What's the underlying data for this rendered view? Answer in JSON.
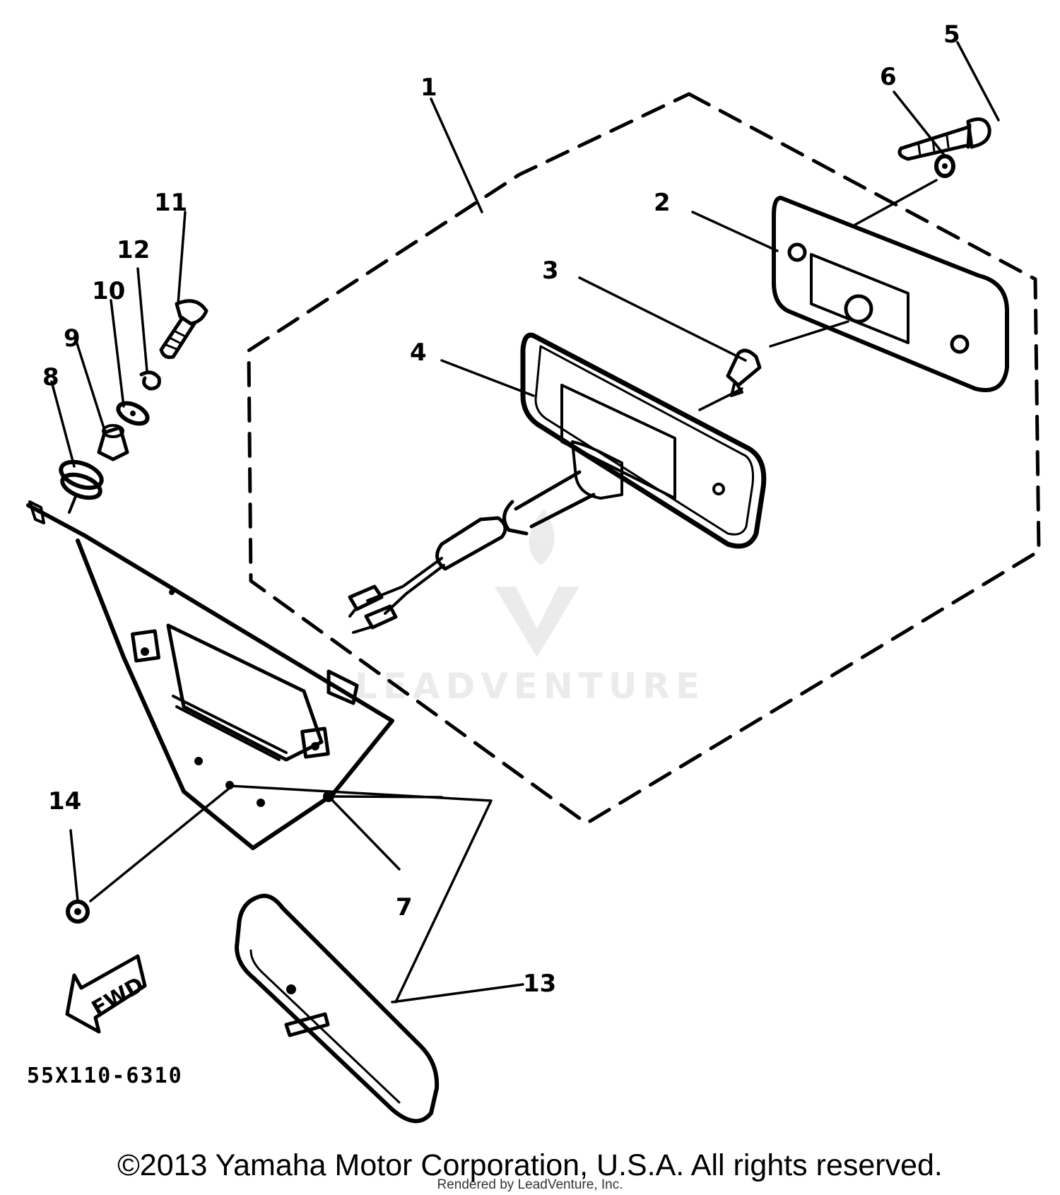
{
  "diagram": {
    "callouts": [
      "1",
      "2",
      "3",
      "4",
      "5",
      "6",
      "7",
      "8",
      "9",
      "10",
      "11",
      "12",
      "13",
      "14"
    ],
    "part_code": "55X110-6310",
    "direction_label": "FWD"
  },
  "watermark": {
    "brand": "LEADVENTURE"
  },
  "footer": {
    "copyright": "©2013 Yamaha Motor Corporation, U.S.A. All rights reserved.",
    "rendered_by": "Rendered by LeadVenture, Inc."
  }
}
